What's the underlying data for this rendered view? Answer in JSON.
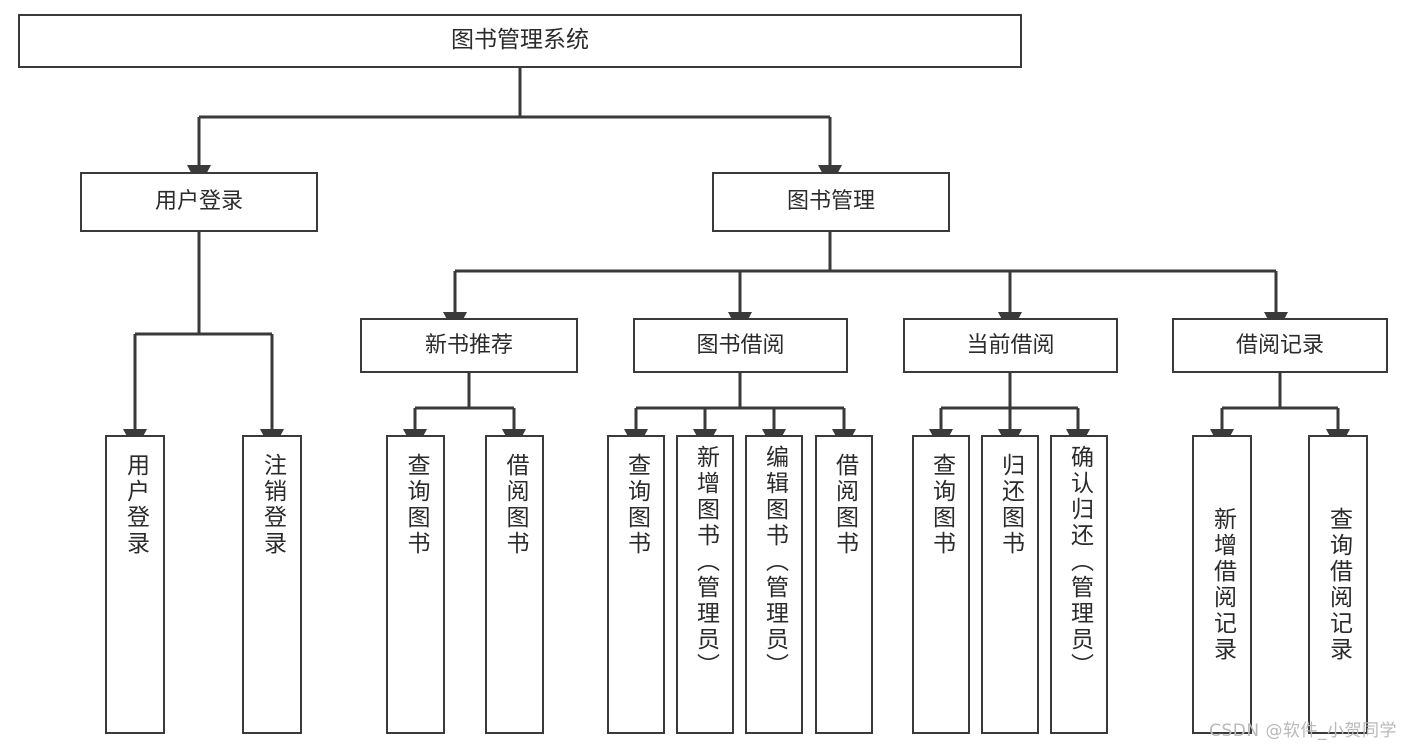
{
  "diagram": {
    "title": "图书管理系统",
    "type": "tree-hierarchy-chart",
    "watermark": "CSDN @软件_小贺同学",
    "stroke_color": "#3a3a3a",
    "text_color": "#2b2b2b",
    "background_color": "#ffffff"
  },
  "root": {
    "label": "图书管理系统"
  },
  "level2": [
    {
      "label": "用户登录"
    },
    {
      "label": "图书管理"
    }
  ],
  "level3": [
    {
      "label": "新书推荐"
    },
    {
      "label": "图书借阅"
    },
    {
      "label": "当前借阅"
    },
    {
      "label": "借阅记录"
    }
  ],
  "leaves": {
    "user_login": [
      {
        "label": "用户登录"
      },
      {
        "label": "注销登录"
      }
    ],
    "new_book_recommend": [
      {
        "label": "查询图书"
      },
      {
        "label": "借阅图书"
      }
    ],
    "book_borrow": [
      {
        "label": "查询图书"
      },
      {
        "label": "新增图书（管理员）"
      },
      {
        "label": "编辑图书（管理员）"
      },
      {
        "label": "借阅图书"
      }
    ],
    "current_borrow": [
      {
        "label": "查询图书"
      },
      {
        "label": "归还图书"
      },
      {
        "label": "确认归还（管理员）"
      }
    ],
    "borrow_record": [
      {
        "label": "新增借阅记录"
      },
      {
        "label": "查询借阅记录"
      }
    ]
  }
}
